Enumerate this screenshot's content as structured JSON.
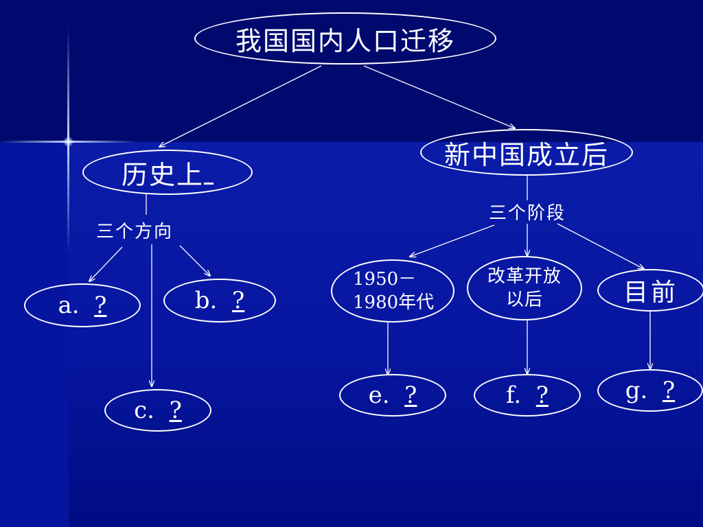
{
  "root": {
    "label": "我国国内人口迁移"
  },
  "history": {
    "label": "历史上",
    "branch_label": "三个方向",
    "a": {
      "prefix": "a.",
      "value": "?"
    },
    "b": {
      "prefix": "b.",
      "value": "?"
    },
    "c": {
      "prefix": "c.",
      "value": "?"
    }
  },
  "new_china": {
    "label": "新中国成立后",
    "branch_label": "三个阶段",
    "stage1": {
      "line1": "1950－",
      "line2": "1980年代"
    },
    "stage2": {
      "line1": "改革开放",
      "line2": "以后"
    },
    "stage3": {
      "label": "目前"
    },
    "e": {
      "prefix": "e.",
      "value": "?"
    },
    "f": {
      "prefix": "f.",
      "value": "?"
    },
    "g": {
      "prefix": "g.",
      "value": "?"
    }
  }
}
